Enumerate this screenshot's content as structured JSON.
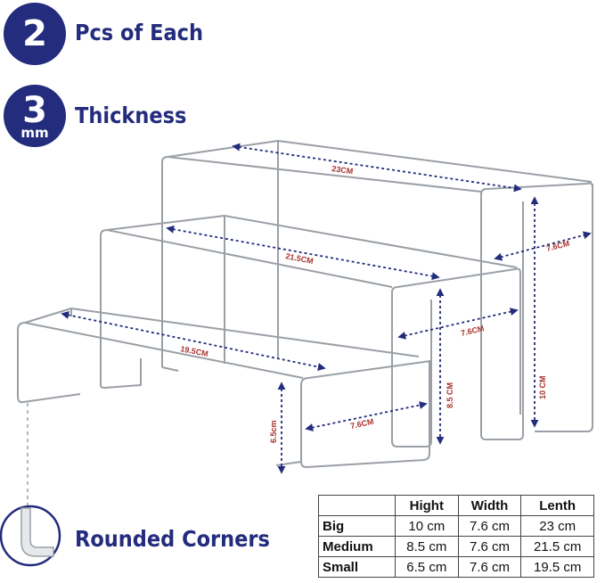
{
  "features": {
    "pieces": {
      "badge": "2",
      "label": "Pcs of Each"
    },
    "thickness": {
      "badge_number": "3",
      "badge_unit": "mm",
      "label": "Thickness"
    },
    "corners": {
      "label": "Rounded Corners"
    }
  },
  "dimensions": {
    "top_width": "23CM",
    "top_depth": "7.6CM",
    "top_height": "10 CM",
    "mid_width": "21.5CM",
    "mid_depth": "7.6CM",
    "mid_height": "8.5 CM",
    "low_width": "19.5CM",
    "low_depth": "7.6CM",
    "low_height": "6.5cm"
  },
  "spec_table": {
    "headers": [
      "",
      "Hight",
      "Width",
      "Lenth"
    ],
    "rows": [
      {
        "name": "Big",
        "cells": [
          "10 cm",
          "7.6 cm",
          "23 cm"
        ]
      },
      {
        "name": "Medium",
        "cells": [
          "8.5 cm",
          "7.6 cm",
          "21.5 cm"
        ]
      },
      {
        "name": "Small",
        "cells": [
          "6.5 cm",
          "7.6 cm",
          "19.5 cm"
        ]
      }
    ]
  },
  "colors": {
    "brand_blue": "#232c7d",
    "dimension_red": "#a8322e",
    "acrylic_edge": "#9aa0a6"
  }
}
